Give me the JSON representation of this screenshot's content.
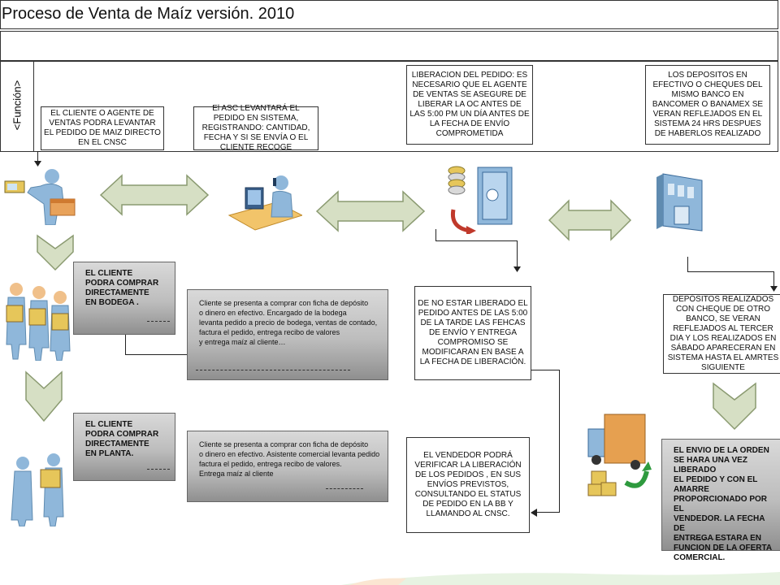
{
  "header": {
    "title": "Proceso de Venta de Maíz versión. 2010"
  },
  "lane": {
    "label": "<Función>"
  },
  "top_boxes": {
    "box1": "EL CLIENTE O AGENTE DE VENTAS PODRA LEVANTAR EL PEDIDO DE MAIZ DIRECTO EN EL CNSC",
    "box2": "El ASC LEVANTARÁ EL PEDIDO EN SISTEMA, REGISTRANDO: CANTIDAD, FECHA Y SI SE ENVÍA O EL CLIENTE RECOGE",
    "box3": "LIBERACION DEL PEDIDO: ES NECESARIO QUE EL AGENTE DE VENTAS SE ASEGURE DE LIBERAR LA OC ANTES DE LAS 5:00 PM UN DÍA ANTES DE LA FECHA DE ENVÍO COMPROMETIDA",
    "box4": "LOS DEPOSITOS EN EFECTIVO O CHEQUES DEL MISMO BANCO EN BANCOMER O BANAMEX SE VERAN REFLEJADOS EN EL SISTEMA 24 HRS DESPUES DE HABERLOS REALIZADO"
  },
  "gray_boxes": {
    "bodega_title": "EL CLIENTE\nPODRA COMPRAR\nDIRECTAMENTE\nEN BODEGA .",
    "bodega_detail": "Cliente se presenta a comprar con ficha de depósito\no dinero en efectivo. Encargado de la bodega\nlevanta pedido  a precio de bodega, ventas de contado,\nfactura el pedido, entrega recibo de valores\ny entrega maíz al cliente…",
    "planta_title": "EL CLIENTE\nPODRA COMPRAR\nDIRECTAMENTE\nEN PLANTA.",
    "planta_detail": "Cliente se presenta a comprar con ficha de depósito\no dinero en efectivo. Asistente comercial  levanta pedido\nfactura el pedido, entrega recibo de valores.\nEntrega maíz al cliente",
    "envio": "EL ENVIO DE LA ORDEN\nSE HARA UNA VEZ LIBERADO\nEL PEDIDO Y CON EL AMARRE\nPROPORCIONADO POR EL\nVENDEDOR. LA FECHA DE\nENTREGA ESTARA EN\nFUNCION DE LA OFERTA\nCOMERCIAL."
  },
  "mid_boxes": {
    "no_liberado": "DE NO ESTAR LIBERADO EL PEDIDO ANTES DE LAS 5:00 DE LA TARDE LAS FEHCAS DE ENVÍO Y ENTREGA COMPROMISO SE MODIFICARAN EN BASE A LA FECHA DE LIBERACIÓN.",
    "vendedor": "EL VENDEDOR PODRÁ VERIFICAR LA LIBERACIÓN DE LOS PEDIDOS , EN SUS ENVÍOS PREVISTOS, CONSULTANDO EL STATUS DE PEDIDO EN LA BB Y LLAMANDO AL CNSC.",
    "depositos": "DEPÓSITOS REALIZADOS CON CHEQUE DE OTRO BANCO, SE VERAN REFLEJADOS AL TERCER DIA Y LOS REALIZADOS EN SÁBADO APARECERAN EN SISTEMA HASTA EL AMRTES SIGUIENTE"
  },
  "colors": {
    "arrow_fill": "#d6dfc4",
    "arrow_stroke": "#8a9a70",
    "person": "#8fb7da",
    "box_orange": "#e8a25a",
    "gray_top": "#d9d9d9",
    "gray_bottom": "#8f8f8f"
  }
}
